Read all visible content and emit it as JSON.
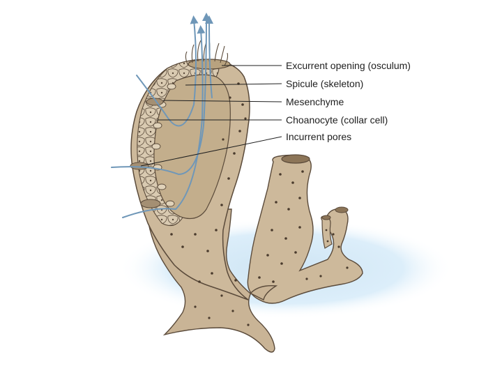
{
  "diagram": {
    "labels": [
      "Excurrent opening (osculum)",
      "Spicule (skeleton)",
      "Mesenchyme",
      "Choanocyte (collar cell)",
      "Incurrent pores"
    ],
    "colors": {
      "body": "#cdb99b",
      "body_dark": "#a48f73",
      "interior": "#c3ae8c",
      "outline": "#5a4a3a",
      "water_flow": "#6f97b8",
      "shadow": "#d7e9f5",
      "leader_line": "#1e1e1e"
    }
  }
}
